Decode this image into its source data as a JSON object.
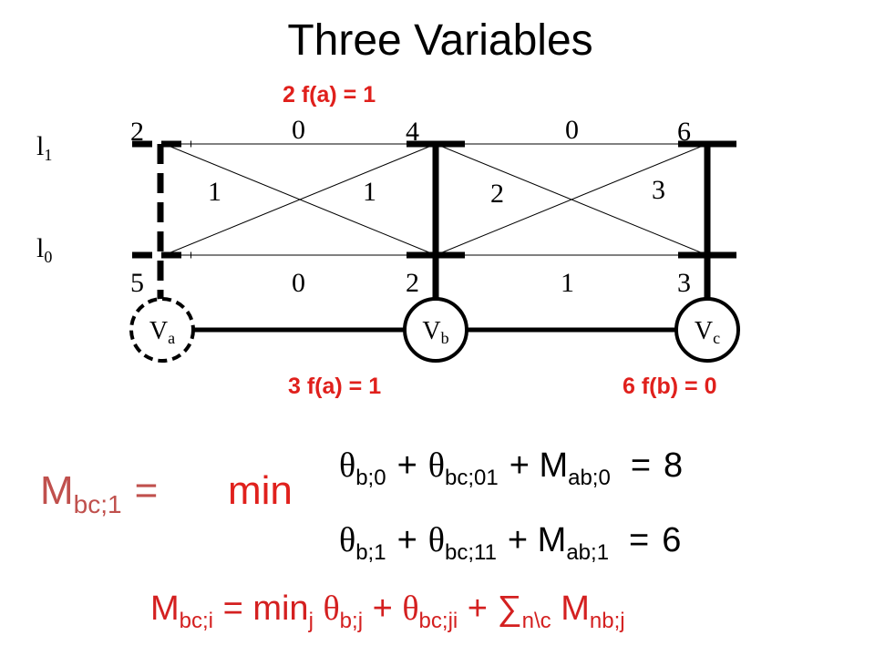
{
  "title": "Three Variables",
  "labels": {
    "top_red": "2 f(a) = 1",
    "bottom_red_left": "3 f(a) = 1",
    "bottom_red_right": "6 f(b) = 0",
    "l1": {
      "base": "l",
      "sub": "1"
    },
    "l0": {
      "base": "l",
      "sub": "0"
    }
  },
  "unary": {
    "a_top": "2",
    "a_bottom": "5",
    "b_top": "4",
    "b_bottom": "2",
    "c_top": "6",
    "c_bottom": "3"
  },
  "pairwise_ab": {
    "top": "0",
    "cross_left": "1",
    "cross_right": "1",
    "bottom": "0"
  },
  "pairwise_bc": {
    "top": "0",
    "cross_left": "2",
    "cross_right": "3",
    "bottom": "1"
  },
  "nodes": {
    "va": {
      "base": "V",
      "sub": "a"
    },
    "vb": {
      "base": "V",
      "sub": "b"
    },
    "vc": {
      "base": "V",
      "sub": "c"
    }
  },
  "formula_main": {
    "lhs": {
      "M": "M",
      "sub": "bc;1",
      "eq": "="
    },
    "min": "min",
    "row1": {
      "theta": "θ",
      "s1": "b;0",
      "plus1": "+",
      "s2": "bc;01",
      "plus2": "+ M",
      "s3": "ab;0",
      "eq": "=",
      "val": "8"
    },
    "row2": {
      "theta": "θ",
      "s1": "b;1",
      "plus1": "+",
      "s2": "bc;11",
      "plus2": "+ M",
      "s3": "ab;1",
      "eq": "=",
      "val": "6"
    }
  },
  "formula_general": {
    "M": "M",
    "s_bci": "bc;i",
    "eq_min": " = min",
    "s_j": "j",
    "theta": "θ",
    "s_bj": "b;j",
    "plus": " + ",
    "s_bcji": "bc;ji",
    "plus_sum": " + ∑",
    "s_nc": "n\\c",
    "M2": " M",
    "s_nbj": "nb;j"
  },
  "colors": {
    "red": "#e0201c",
    "mauve": "#c0504d",
    "dark_red": "#d42020",
    "black": "#000000"
  }
}
